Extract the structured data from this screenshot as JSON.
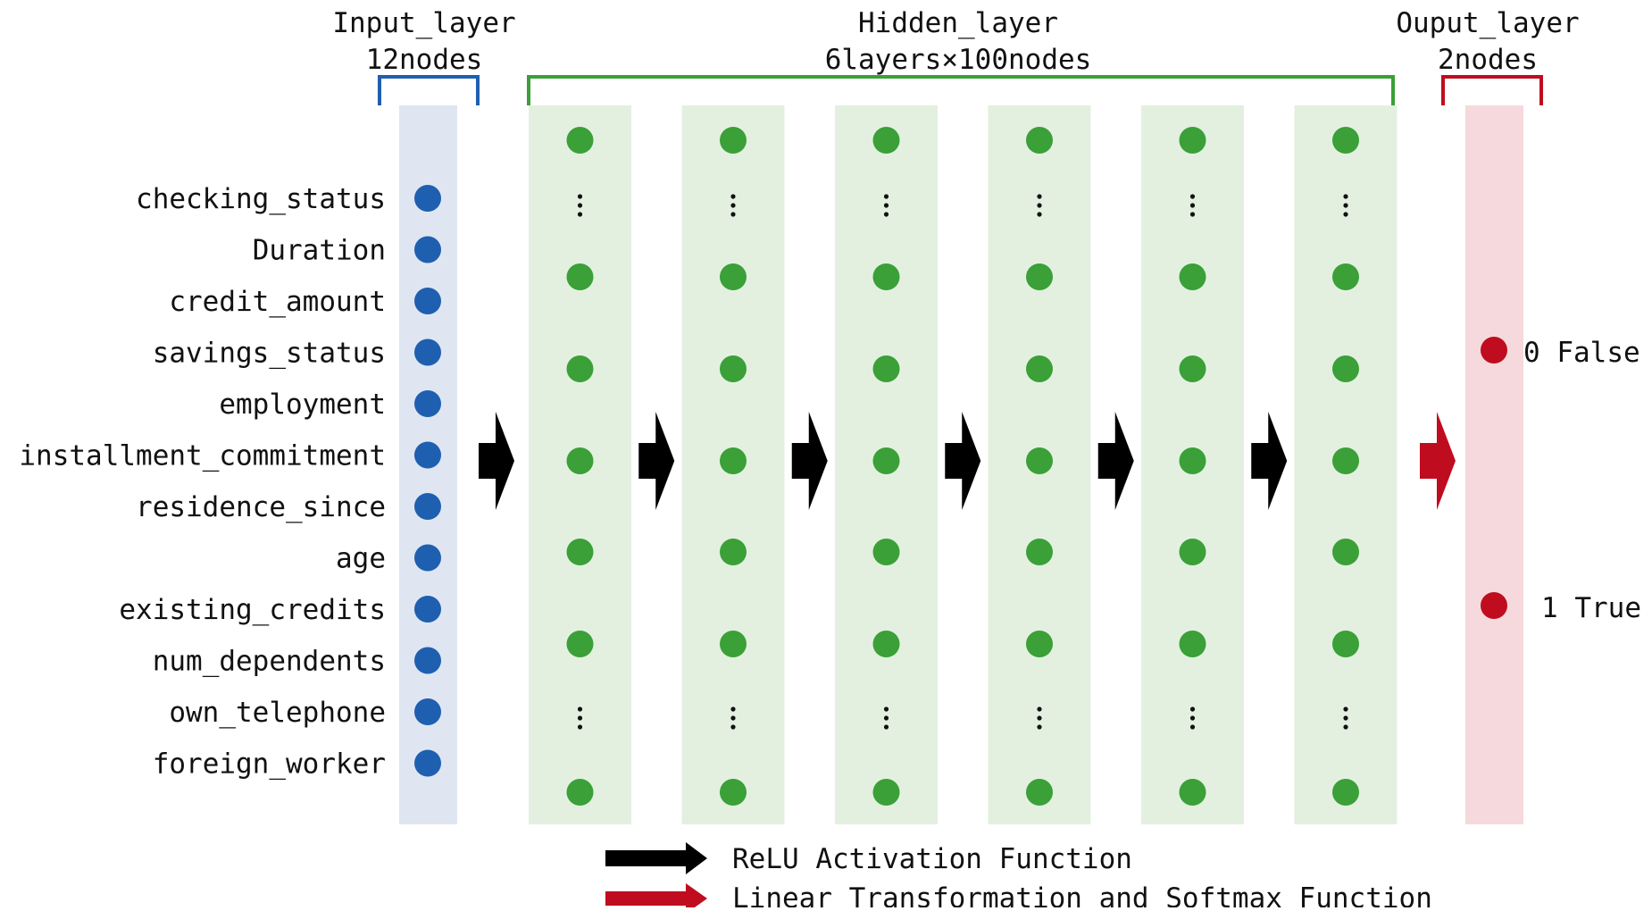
{
  "input_layer": {
    "title": "Input_layer",
    "subtitle": "12nodes",
    "features": [
      "checking_status",
      "Duration",
      "credit_amount",
      "savings_status",
      "employment",
      "installment_commitment",
      "residence_since",
      "age",
      "existing_credits",
      "num_dependents",
      "own_telephone",
      "foreign_worker"
    ]
  },
  "hidden_layer": {
    "title": "Hidden_layer",
    "subtitle": "6layers×100nodes",
    "layer_count": 6
  },
  "output_layer": {
    "title": "Ouput_layer",
    "subtitle": "2nodes",
    "outputs": [
      "0 False",
      "1 True"
    ]
  },
  "legend": {
    "relu": "ReLU Activation Function",
    "softmax": "Linear Transformation and Softmax Function"
  },
  "colors": {
    "input_band": "#dfe6f2",
    "input_node": "#1f5fb0",
    "input_bracket": "#1f5fb0",
    "hidden_band": "#e3f0e0",
    "hidden_node": "#3aa037",
    "hidden_bracket": "#3aa037",
    "output_band": "#f6d9dc",
    "output_node": "#bf0d1f",
    "output_bracket": "#bf0d1f",
    "relu_arrow": "#000000",
    "softmax_arrow": "#bf0d1f"
  }
}
